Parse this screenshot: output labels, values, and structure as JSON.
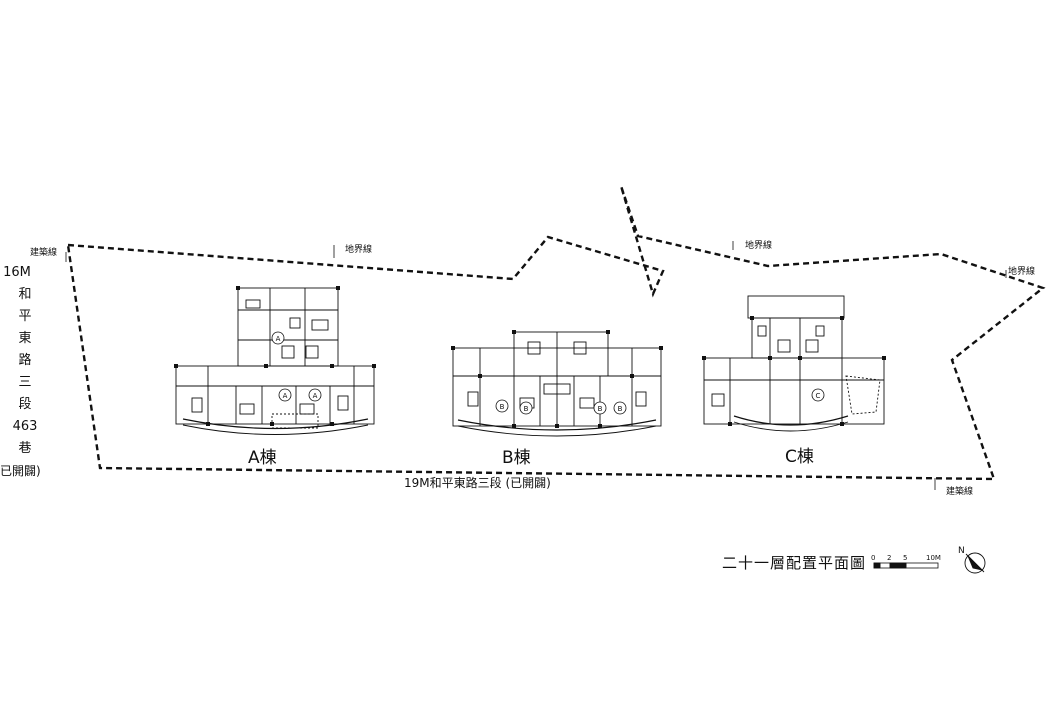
{
  "side_street": [
    "16M",
    "和",
    "平",
    "東",
    "路",
    "三",
    "段",
    "463",
    "巷",
    "(已開闢)"
  ],
  "labels": {
    "building_line_left": "建築線",
    "building_line_right": "建築線",
    "boundary_1": "地界線",
    "boundary_2": "地界線",
    "boundary_3": "地界線"
  },
  "buildings": {
    "a": "A棟",
    "b": "B棟",
    "c": "C棟"
  },
  "unit_marks": [
    "A",
    "A",
    "A",
    "B",
    "B",
    "B",
    "B",
    "C"
  ],
  "main_road": "19M和平東路三段 (已開闢)",
  "drawing_title": "二十一層配置平面圖",
  "scale": {
    "ticks": [
      "0",
      "2",
      "5",
      "10M"
    ]
  },
  "north": "N",
  "colors": {
    "line": "#111111",
    "background": "#ffffff"
  }
}
